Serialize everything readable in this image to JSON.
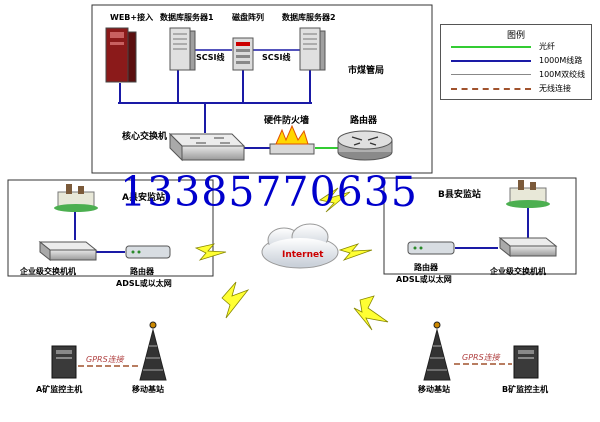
{
  "labels": {
    "web_access": "WEB+接入",
    "db_server_1": "数据库服务器1",
    "disk_array": "磁盘阵列",
    "db_server_2": "数据库服务器2",
    "scsi_1": "SCSI线",
    "scsi_2": "SCSI线",
    "city_bureau": "市煤管局",
    "core_switch": "核心交换机",
    "hw_firewall": "硬件防火墙",
    "router_top": "路由器",
    "station_a": "A县安监站",
    "station_b": "B县安监站",
    "enterprise_switch_a": "企业级交换机机",
    "router_a": "路由器",
    "adsl_a": "ADSL或以太网",
    "router_b": "路由器",
    "adsl_b": "ADSL或以太网",
    "enterprise_switch_b": "企业级交换机机",
    "internet": "Internet",
    "gprs_a": "GPRS连接",
    "gprs_b": "GPRS连接",
    "mine_a_host": "A矿监控主机",
    "base_station_a": "移动基站",
    "base_station_b": "移动基站",
    "mine_b_host": "B矿监控主机"
  },
  "watermark": "13385770635",
  "legend": {
    "title": "图例",
    "items": [
      {
        "label": "光纤",
        "color": "#33cc33",
        "style": "solid"
      },
      {
        "label": "1000M线路",
        "color": "#1a1aa6",
        "style": "solid"
      },
      {
        "label": "100M双绞线",
        "color": "#888888",
        "style": "solid"
      },
      {
        "label": "无线连接",
        "color": "#a0522d",
        "style": "dashed"
      }
    ]
  },
  "colors": {
    "fiber": "#33cc33",
    "gigabit": "#1a1aa6",
    "twisted_pair": "#888888",
    "wireless": "#a0522d",
    "lightning": "#ffff00",
    "phone": "#0000cc"
  }
}
